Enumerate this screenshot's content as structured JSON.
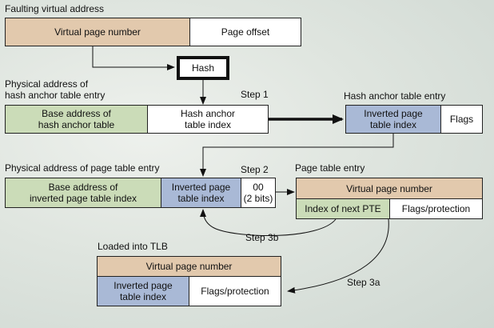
{
  "labels": {
    "faulting": "Faulting virtual address",
    "phys_hash": "Physical address of\nhash anchor table entry",
    "hash_entry": "Hash anchor table entry",
    "phys_pte": "Physical address of page table entry",
    "pte": "Page table entry",
    "tlb": "Loaded into TLB",
    "step1": "Step 1",
    "step2": "Step 2",
    "step3a": "Step 3a",
    "step3b": "Step 3b"
  },
  "faulting_address": {
    "vpn": "Virtual page number",
    "offset": "Page offset"
  },
  "hash": "Hash",
  "hash_phys": {
    "base": "Base address of\nhash anchor table",
    "index": "Hash anchor\ntable index"
  },
  "hash_anchor_entry": {
    "ipt_index": "Inverted page\ntable index",
    "flags": "Flags"
  },
  "pte_phys": {
    "base": "Base address of\ninverted page table index",
    "ipt_index": "Inverted page\ntable index",
    "bits": "00\n(2 bits)"
  },
  "page_table_entry": {
    "vpn": "Virtual page number",
    "next": "Index of next PTE",
    "flags": "Flags/protection"
  },
  "tlb_entry": {
    "vpn": "Virtual page number",
    "ipt_index": "Inverted page\ntable index",
    "flags": "Flags/protection"
  },
  "colors": {
    "tan": "#e2c9ad",
    "green": "#cbdcb8",
    "blue": "#a9b9d6"
  }
}
